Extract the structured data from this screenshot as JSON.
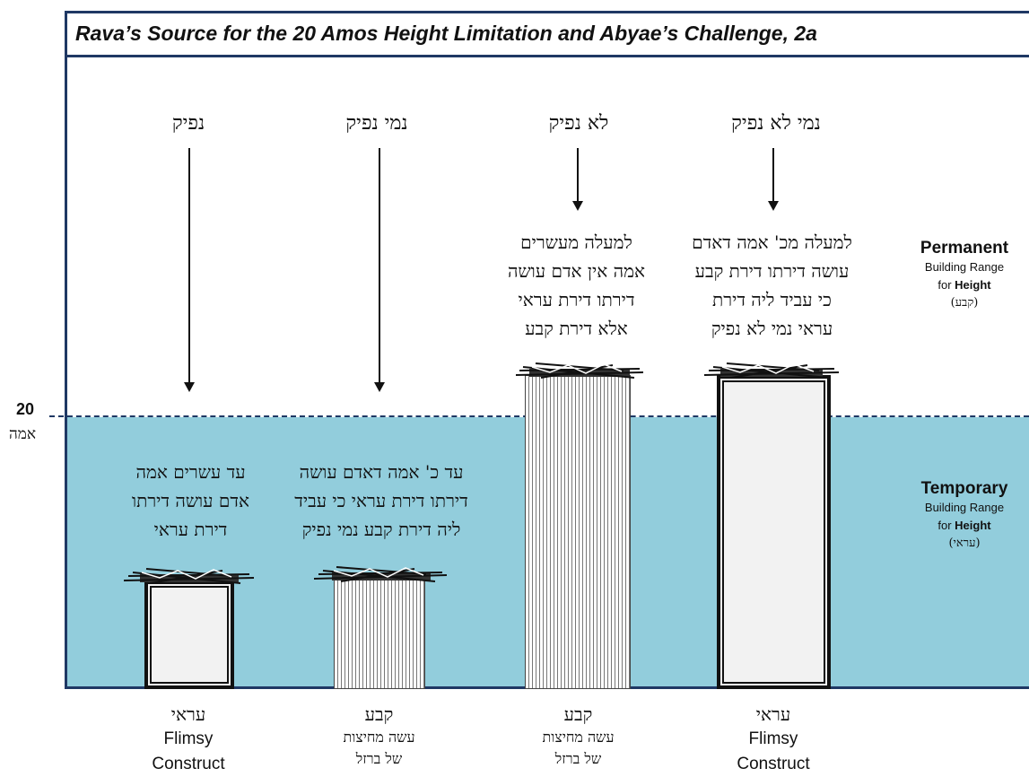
{
  "title": "Rava’s Source for the 20 Amos Height Limitation and Abyae’s Challenge, 2a",
  "height_line": {
    "number": "20",
    "unit": "אמה"
  },
  "zones": {
    "permanent": {
      "title": "Permanent",
      "line1": "Building Range",
      "line2_prefix": "for ",
      "line2_bold": "Height",
      "hebrew": "(קבע)"
    },
    "temporary": {
      "title": "Temporary",
      "line1": "Building Range",
      "line2_prefix": "for ",
      "line2_bold": "Height",
      "hebrew": "(עראי)"
    }
  },
  "columns": [
    {
      "heading": "נפיק",
      "text_lines": [
        "עד עשרים אמה",
        "אדם עושה דירתו",
        "דירת עראי"
      ],
      "label_hebrew": "עראי",
      "label_en_1": "Flimsy",
      "label_en_2": "Construct"
    },
    {
      "heading": "נמי נפיק",
      "text_lines": [
        "עד כ' אמה דאדם עושה",
        "דירתו דירת עראי כי עביד",
        "ליה דירת קבע נמי נפיק"
      ],
      "label_hebrew": "קבע",
      "label_sub_1": "עשה מחיצות",
      "label_sub_2": "של ברזל"
    },
    {
      "heading": "לא נפיק",
      "text_lines": [
        "למעלה מעשרים",
        "אמה אין אדם עושה",
        "דירתו דירת עראי",
        "אלא דירת קבע"
      ],
      "label_hebrew": "קבע",
      "label_sub_1": "עשה מחיצות",
      "label_sub_2": "של ברזל"
    },
    {
      "heading": "נמי לא נפיק",
      "text_lines": [
        "למעלה מכ' אמה דאדם",
        "עושה דירתו דירת קבע",
        "כי עביד ליה דירת",
        "עראי נמי לא נפיק"
      ],
      "label_hebrew": "עראי",
      "label_en_1": "Flimsy",
      "label_en_2": "Construct"
    }
  ],
  "colors": {
    "frame": "#1f3864",
    "temporary_zone": "#92cddc",
    "building": "#f2f2f2"
  }
}
